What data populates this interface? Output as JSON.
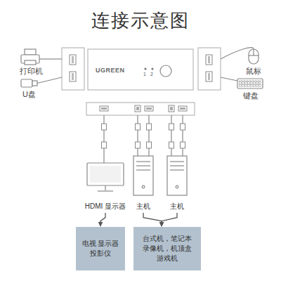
{
  "diagram": {
    "title": "连接示意图",
    "nodes": [
      {
        "text": [
          "UGREEN",
          "1",
          "2"
        ]
      },
      {
        "text": [
          "HDMI 显示器"
        ]
      },
      {
        "text": [
          "主机"
        ]
      },
      {
        "text": [
          "主机"
        ]
      },
      {
        "text": [
          "电视 显示器 投影仪"
        ]
      },
      {
        "text": [
          "台式机，笔记本 录像机，机顶盒 游戏机"
        ]
      }
    ],
    "edges": [
      {
        "from": 1,
        "to": 4,
        "arrow": "to"
      },
      {
        "from": 2,
        "to": 5,
        "arrow": "to"
      },
      {
        "from": 3,
        "to": 5,
        "arrow": "to"
      }
    ],
    "labels": [
      "打印机",
      "U盘",
      "鼠标",
      "键盘"
    ]
  }
}
